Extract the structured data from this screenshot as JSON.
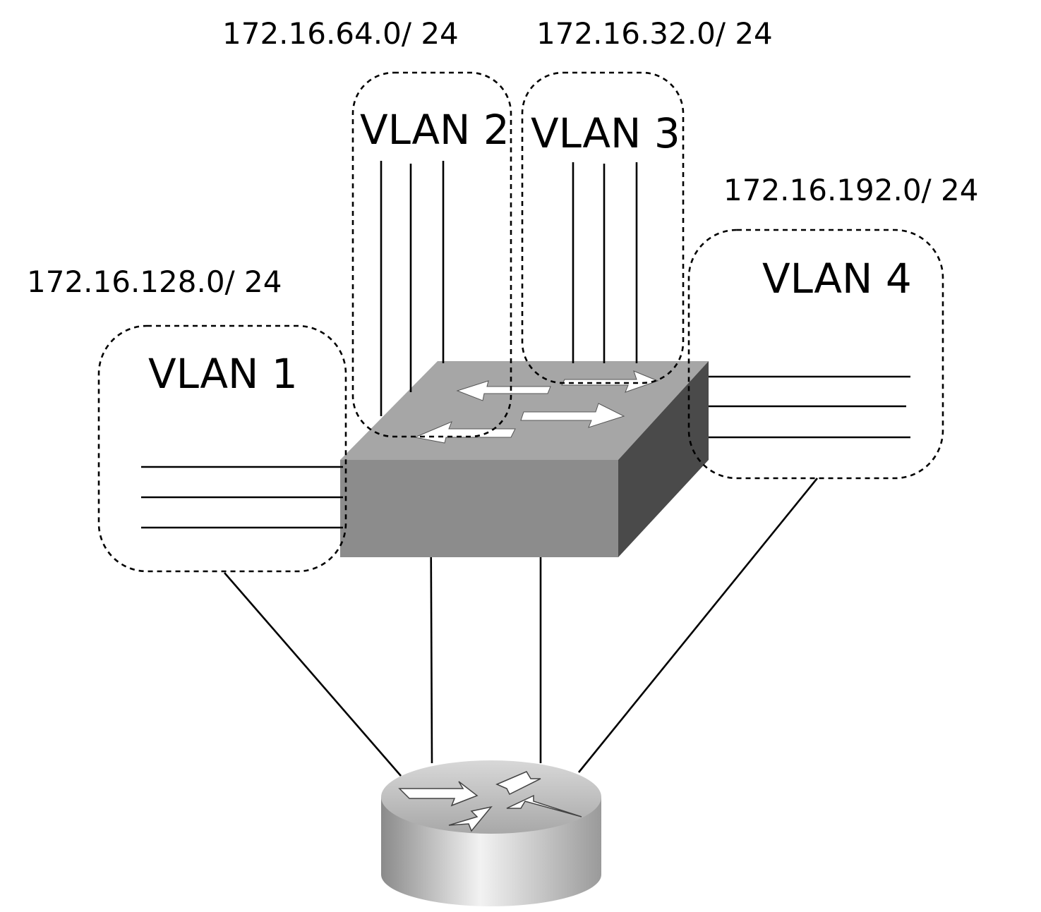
{
  "vlans": [
    {
      "label": "VLAN 1",
      "subnet": "172.16.128.0/ 24"
    },
    {
      "label": "VLAN 2",
      "subnet": "172.16.64.0/ 24"
    },
    {
      "label": "VLAN 3",
      "subnet": "172.16.32.0/ 24"
    },
    {
      "label": "VLAN 4",
      "subnet": "172.16.192.0/ 24"
    }
  ],
  "devices": {
    "switch": "switch-icon",
    "router": "router-icon"
  },
  "colors": {
    "switch_top": "#a6a6a6",
    "switch_front": "#8c8c8c",
    "switch_side": "#4a4a4a",
    "router_body": "#cfcfcf",
    "router_top": "#bdbdbd"
  }
}
